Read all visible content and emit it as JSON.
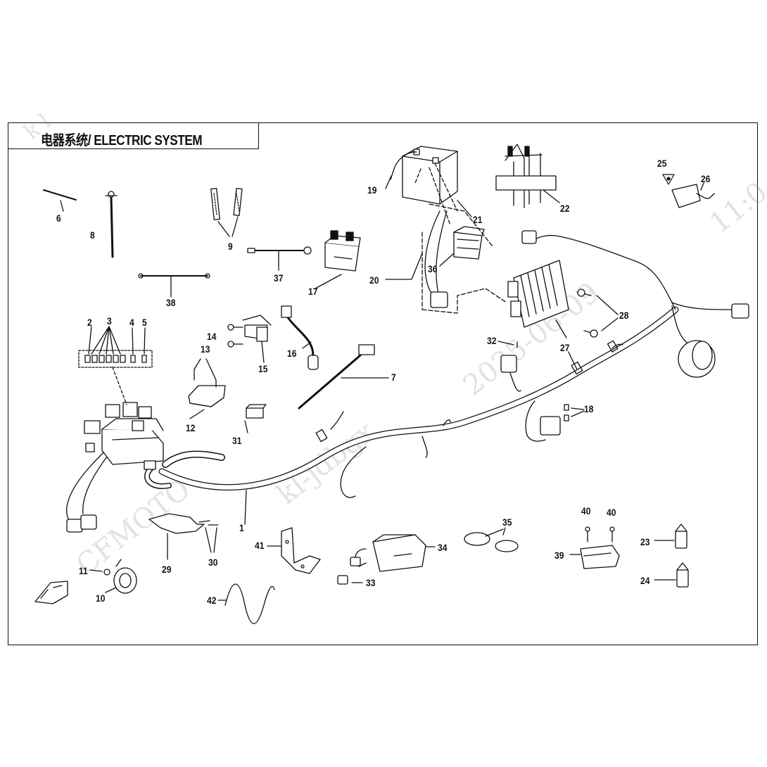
{
  "title": "电器系统/ ELECTRIC SYSTEM",
  "watermarks": [
    "CFMOTO",
    "kl-jdbgx",
    "2025-06-09",
    "11:0",
    "k l"
  ],
  "callouts": [
    "1",
    "2",
    "3",
    "4",
    "5",
    "6",
    "7",
    "8",
    "9",
    "10",
    "11",
    "12",
    "13",
    "14",
    "15",
    "16",
    "17",
    "18",
    "19",
    "20",
    "21",
    "22",
    "23",
    "24",
    "25",
    "26",
    "27",
    "28",
    "29",
    "30",
    "31",
    "32",
    "33",
    "34",
    "35",
    "36",
    "37",
    "38",
    "39",
    "40",
    "40",
    "41",
    "42"
  ]
}
